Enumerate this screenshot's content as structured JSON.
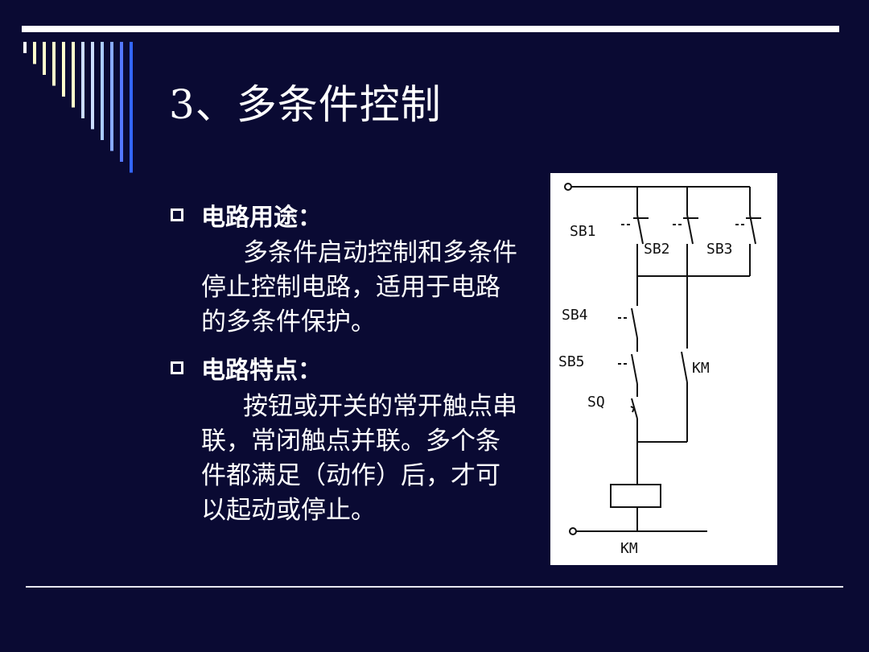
{
  "slide": {
    "title": "3、多条件控制",
    "sections": [
      {
        "heading": "电路用途：",
        "body": "多条件启动控制和多条件停止控制电路，适用于电路的多条件保护。"
      },
      {
        "heading": "电路特点：",
        "body": "按钮或开关的常开触点串联，常闭触点并联。多个条件都满足（动作）后，才可以起动或停止。"
      }
    ]
  },
  "diagram": {
    "labels": {
      "sb1": "SB1",
      "sb2": "SB2",
      "sb3": "SB3",
      "sb4": "SB4",
      "sb5": "SB5",
      "sq": "SQ",
      "km_contact": "KM",
      "km_coil": "KM"
    }
  },
  "colors": {
    "background": "#0a0a33",
    "text": "#ffffff",
    "stripe_colors": [
      "#ffffff",
      "#ffffcc",
      "#ffffcc",
      "#ffffcc",
      "#ffffcc",
      "#ffffcc",
      "#ccddff",
      "#ccddff",
      "#aaccff",
      "#88aaff",
      "#5577ff",
      "#3366ff"
    ]
  }
}
